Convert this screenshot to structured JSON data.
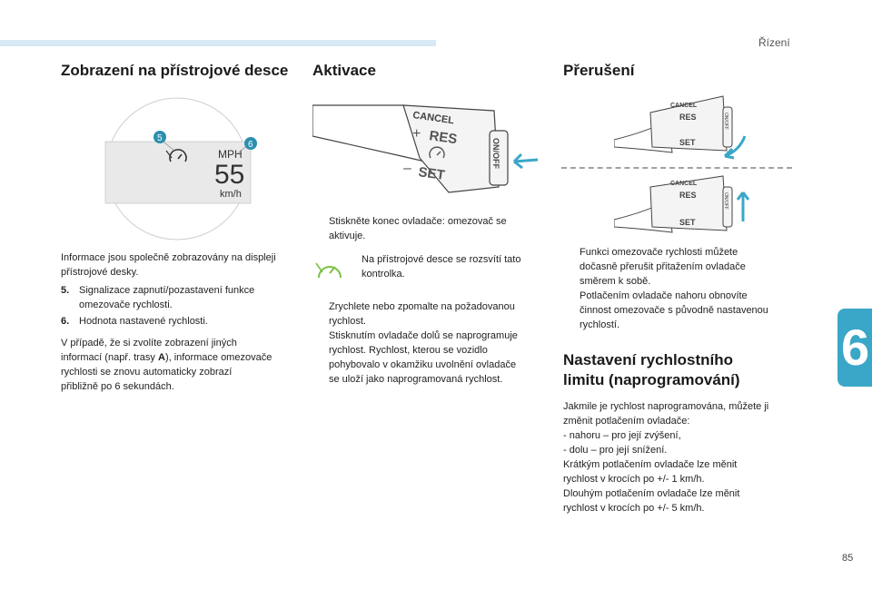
{
  "header": {
    "section": "Řízení"
  },
  "chapter": {
    "number": "6"
  },
  "page": {
    "number": "85"
  },
  "col1": {
    "title": "Zobrazení na přístrojové desce",
    "figure": {
      "callout5": "5",
      "callout6": "6",
      "unit_top": "MPH",
      "speed": "55",
      "unit_bottom": "km/h"
    },
    "intro": "Informace jsou společně zobrazovány na displeji přístrojové desky.",
    "items": [
      {
        "num": "5.",
        "text1": "Signalizace zapnutí/pozastavení funkce",
        "text2": "omezovače rychlosti."
      },
      {
        "num": "6.",
        "text1": "Hodnota nastavené rychlosti.",
        "text2": ""
      }
    ],
    "para1": "V případě, že si zvolíte zobrazení jiných",
    "para2a": "informací (např. trasy ",
    "para2b": "A",
    "para2c": "), informace omezovače",
    "para3": "rychlosti se znovu automaticky zobrazí",
    "para4": "přibližně po 6 sekundách."
  },
  "col2": {
    "title": "Aktivace",
    "figure": {
      "cancel": "CANCEL",
      "res": "RES",
      "set": "SET",
      "onoff": "ON/OFF"
    },
    "bullet_mark": "",
    "b1_line1": "Stiskněte konec ovladače: omezovač se",
    "b1_line2": "aktivuje.",
    "note1": "Na přístrojové desce se rozsvítí tato",
    "note2": "kontrolka.",
    "b2_line1": "Zrychlete nebo zpomalte na požadovanou",
    "b2_line2": "rychlost.",
    "b3_line1": "Stisknutím ovladače dolů se naprogramuje",
    "b3_line2": "rychlost. Rychlost, kterou se vozidlo",
    "b3_line3": "pohybovalo v okamžiku uvolnění ovladače",
    "b3_line4": "se uloží jako naprogramovaná rychlost."
  },
  "col3": {
    "title": "Přerušení",
    "figure": {
      "cancel": "CANCEL",
      "res": "RES",
      "set": "SET",
      "onoff": "ON/OFF"
    },
    "b1_line1": "Funkci omezovače rychlosti můžete",
    "b1_line2": "dočasně přerušit přitažením ovladače",
    "b1_line3": "směrem k sobě.",
    "b2_line1": "Potlačením ovladače nahoru obnovíte",
    "b2_line2": "činnost omezovače s původně nastavenou",
    "b2_line3": "rychlostí.",
    "title2_line1": "Nastavení rychlostního",
    "title2_line2": "limitu (naprogramování)",
    "p1": "Jakmile je rychlost naprogramována, můžete ji",
    "p2": "změnit potlačením ovladače:",
    "p3": "-   nahoru – pro její zvýšení,",
    "p4": "-   dolu – pro její snížení.",
    "p5": "Krátkým potlačením ovladače lze měnit",
    "p6": "rychlost v krocích po +/- 1 km/h.",
    "p7": "Dlouhým potlačením ovladače lze měnit",
    "p8": "rychlost v krocích po +/- 5 km/h."
  },
  "colors": {
    "accent": "#3aa7c8",
    "callout": "#2b8fae",
    "arrow": "#3aa7c8",
    "icon_green": "#7cc142"
  }
}
